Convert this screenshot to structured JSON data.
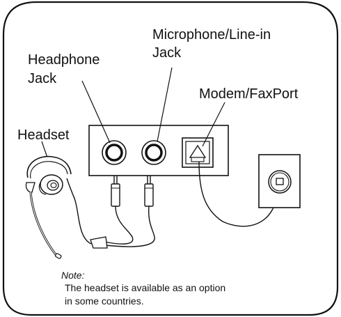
{
  "labels": {
    "microphone_line1": "Microphone/Line-in",
    "microphone_line2": "Jack",
    "headphone_line1": "Headphone",
    "headphone_line2": "Jack",
    "modem": "Modem/FaxPort",
    "headset": "Headset"
  },
  "note": {
    "title": "Note:",
    "line1": "The headset is available as an option",
    "line2": "in some countries."
  }
}
